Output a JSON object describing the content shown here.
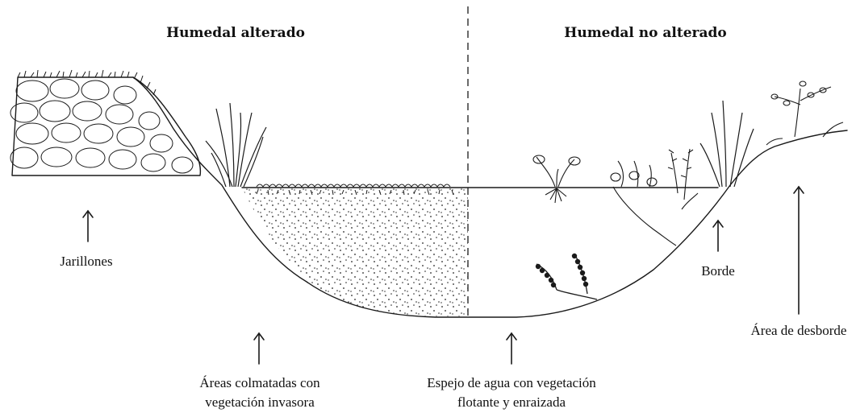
{
  "titles": {
    "left": "Humedal alterado",
    "right": "Humedal no alterado"
  },
  "labels": {
    "jarillones": "Jarillones",
    "areas_line1": "Áreas colmatadas con",
    "areas_line2": "vegetación invasora",
    "espejo_line1": "Espejo de agua con vegetación",
    "espejo_line2": "flotante y enraizada",
    "borde": "Borde",
    "desborde": "Área de desborde"
  }
}
